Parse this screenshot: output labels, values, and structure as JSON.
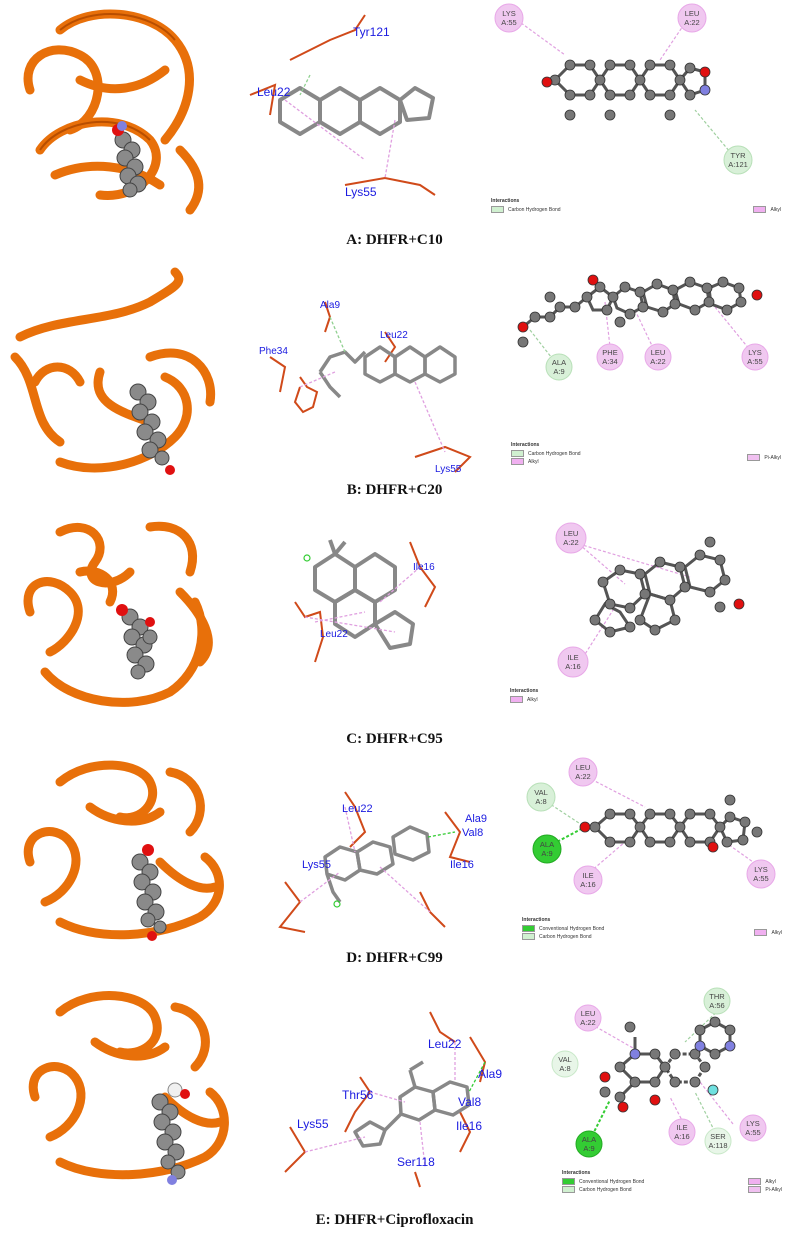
{
  "colors": {
    "protein": "#e8700a",
    "protein_dark": "#b84e00",
    "ligand_gray": "#8a8a8a",
    "oxygen": "#e01010",
    "nitrogen": "#8080e0",
    "fluorine": "#70e0e0",
    "residue_stick": "#d04a1a",
    "residue_label": "#1a1ae0",
    "alkyl": "#f0b0f0",
    "carbon_h_bond": "#d0f0d0",
    "conventional_h_bond": "#33cc33",
    "pi_alkyl": "#f0c0f0"
  },
  "panels": [
    {
      "caption": "A: DHFR+C10",
      "residues_3d": [
        "Tyr121",
        "Leu22",
        "Lys55"
      ],
      "residues_2d": [
        {
          "line1": "LYS",
          "line2": "A:55",
          "type": "alkyl"
        },
        {
          "line1": "LEU",
          "line2": "A:22",
          "type": "alkyl"
        },
        {
          "line1": "TYR",
          "line2": "A:121",
          "type": "carbon_h_bond"
        }
      ],
      "legend": {
        "title": "Interactions",
        "items": [
          {
            "label": "Carbon Hydrogen Bond",
            "type": "carbon_h_bond"
          },
          {
            "label": "Alkyl",
            "type": "alkyl"
          }
        ]
      }
    },
    {
      "caption": "B: DHFR+C20",
      "residues_3d": [
        "Ala9",
        "Leu22",
        "Phe34",
        "Lys55"
      ],
      "residues_2d": [
        {
          "line1": "ALA",
          "line2": "A:9",
          "type": "carbon_h_bond"
        },
        {
          "line1": "PHE",
          "line2": "A:34",
          "type": "alkyl"
        },
        {
          "line1": "LEU",
          "line2": "A:22",
          "type": "alkyl"
        },
        {
          "line1": "LYS",
          "line2": "A:55",
          "type": "alkyl"
        }
      ],
      "legend": {
        "title": "Interactions",
        "items": [
          {
            "label": "Carbon Hydrogen Bond",
            "type": "carbon_h_bond"
          },
          {
            "label": "Alkyl",
            "type": "alkyl"
          },
          {
            "label": "Pi-Alkyl",
            "type": "pi_alkyl"
          }
        ]
      }
    },
    {
      "caption": "C: DHFR+C95",
      "residues_3d": [
        "Ile16",
        "Leu22"
      ],
      "residues_2d": [
        {
          "line1": "LEU",
          "line2": "A:22",
          "type": "alkyl"
        },
        {
          "line1": "ILE",
          "line2": "A:16",
          "type": "alkyl"
        }
      ],
      "legend": {
        "title": "Interactions",
        "items": [
          {
            "label": "Alkyl",
            "type": "alkyl"
          }
        ]
      }
    },
    {
      "caption": "D: DHFR+C99",
      "residues_3d": [
        "Leu22",
        "Ala9",
        "Val8",
        "Lys55",
        "Ile16"
      ],
      "residues_2d": [
        {
          "line1": "LEU",
          "line2": "A:22",
          "type": "alkyl"
        },
        {
          "line1": "VAL",
          "line2": "A:8",
          "type": "carbon_h_bond"
        },
        {
          "line1": "ALA",
          "line2": "A:9",
          "type": "conventional_h_bond"
        },
        {
          "line1": "ILE",
          "line2": "A:16",
          "type": "alkyl"
        },
        {
          "line1": "LYS",
          "line2": "A:55",
          "type": "alkyl"
        }
      ],
      "legend": {
        "title": "Interactions",
        "items": [
          {
            "label": "Conventional Hydrogen Bond",
            "type": "conventional_h_bond"
          },
          {
            "label": "Carbon Hydrogen Bond",
            "type": "carbon_h_bond"
          },
          {
            "label": "Alkyl",
            "type": "alkyl"
          }
        ]
      }
    },
    {
      "caption": "E: DHFR+Ciprofloxacin",
      "residues_3d": [
        "Leu22",
        "Ala9",
        "Thr56",
        "Val8",
        "Lys55",
        "Ile16",
        "Ser118"
      ],
      "residues_2d": [
        {
          "line1": "THR",
          "line2": "A:56",
          "type": "carbon_h_bond"
        },
        {
          "line1": "LEU",
          "line2": "A:22",
          "type": "alkyl"
        },
        {
          "line1": "VAL",
          "line2": "A:8",
          "type": "carbon_h_bond"
        },
        {
          "line1": "LYS",
          "line2": "A:55",
          "type": "alkyl"
        },
        {
          "line1": "ILE",
          "line2": "A:16",
          "type": "alkyl"
        },
        {
          "line1": "SER",
          "line2": "A:118",
          "type": "carbon_h_bond"
        },
        {
          "line1": "ALA",
          "line2": "A:9",
          "type": "conventional_h_bond"
        }
      ],
      "legend": {
        "title": "Interactions",
        "items": [
          {
            "label": "Conventional Hydrogen Bond",
            "type": "conventional_h_bond"
          },
          {
            "label": "Carbon Hydrogen Bond",
            "type": "carbon_h_bond"
          },
          {
            "label": "Alkyl",
            "type": "alkyl"
          },
          {
            "label": "Pi-Alkyl",
            "type": "pi_alkyl"
          }
        ]
      }
    }
  ]
}
